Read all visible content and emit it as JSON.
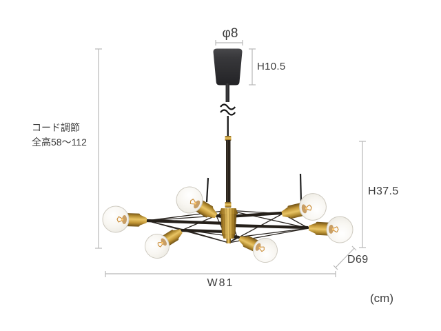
{
  "diagram": {
    "title_context": "chandelier dimension diagram",
    "unit_label": "(cm)",
    "labels": {
      "canopy_diameter": "φ8",
      "canopy_height": "H10.5",
      "cord_note_line1": "コード調節",
      "cord_note_line2": "全高58～112",
      "fixture_height": "H37.5",
      "depth": "D69",
      "width": "W81"
    },
    "icons": {
      "cord_break": "≈"
    },
    "fixture": {
      "bulb_count": 6
    },
    "colors": {
      "background": "#ffffff",
      "dimension_line": "#b8b8b8",
      "label_text": "#3b3b3b",
      "brass": "#c49a3c",
      "brass_highlight": "#e9c566",
      "frame_black": "#241f19",
      "canopy_charcoal": "#323235",
      "bulb_glass": "#f4f2ec",
      "filament_orange": "#c8882f"
    }
  }
}
